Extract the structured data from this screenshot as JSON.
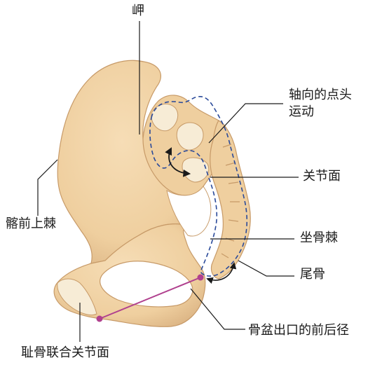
{
  "labels": {
    "promontory": "岬",
    "axial_line1": "轴向的点头",
    "axial_line2": "运动",
    "joint_surface": "关节面",
    "asis": "髂前上棘",
    "ischial_spine": "坐骨棘",
    "coccyx": "尾骨",
    "pelvic_outlet": "骨盆出口的前后径",
    "pubic_symphysis": "耻骨联合关节面"
  },
  "colors": {
    "bone_fill": "#f2d4a8",
    "bone_shade": "#dcb585",
    "bone_edge": "#c79a68",
    "articular_surface": "#f7ecd6",
    "dashed_outline": "#2a4a9a",
    "diameter_line": "#b0408e",
    "leader_line": "#1a1a1a"
  },
  "icons": {
    "rotation": "curved-double-arrow-icon",
    "endpoint": "dot-marker-icon"
  }
}
